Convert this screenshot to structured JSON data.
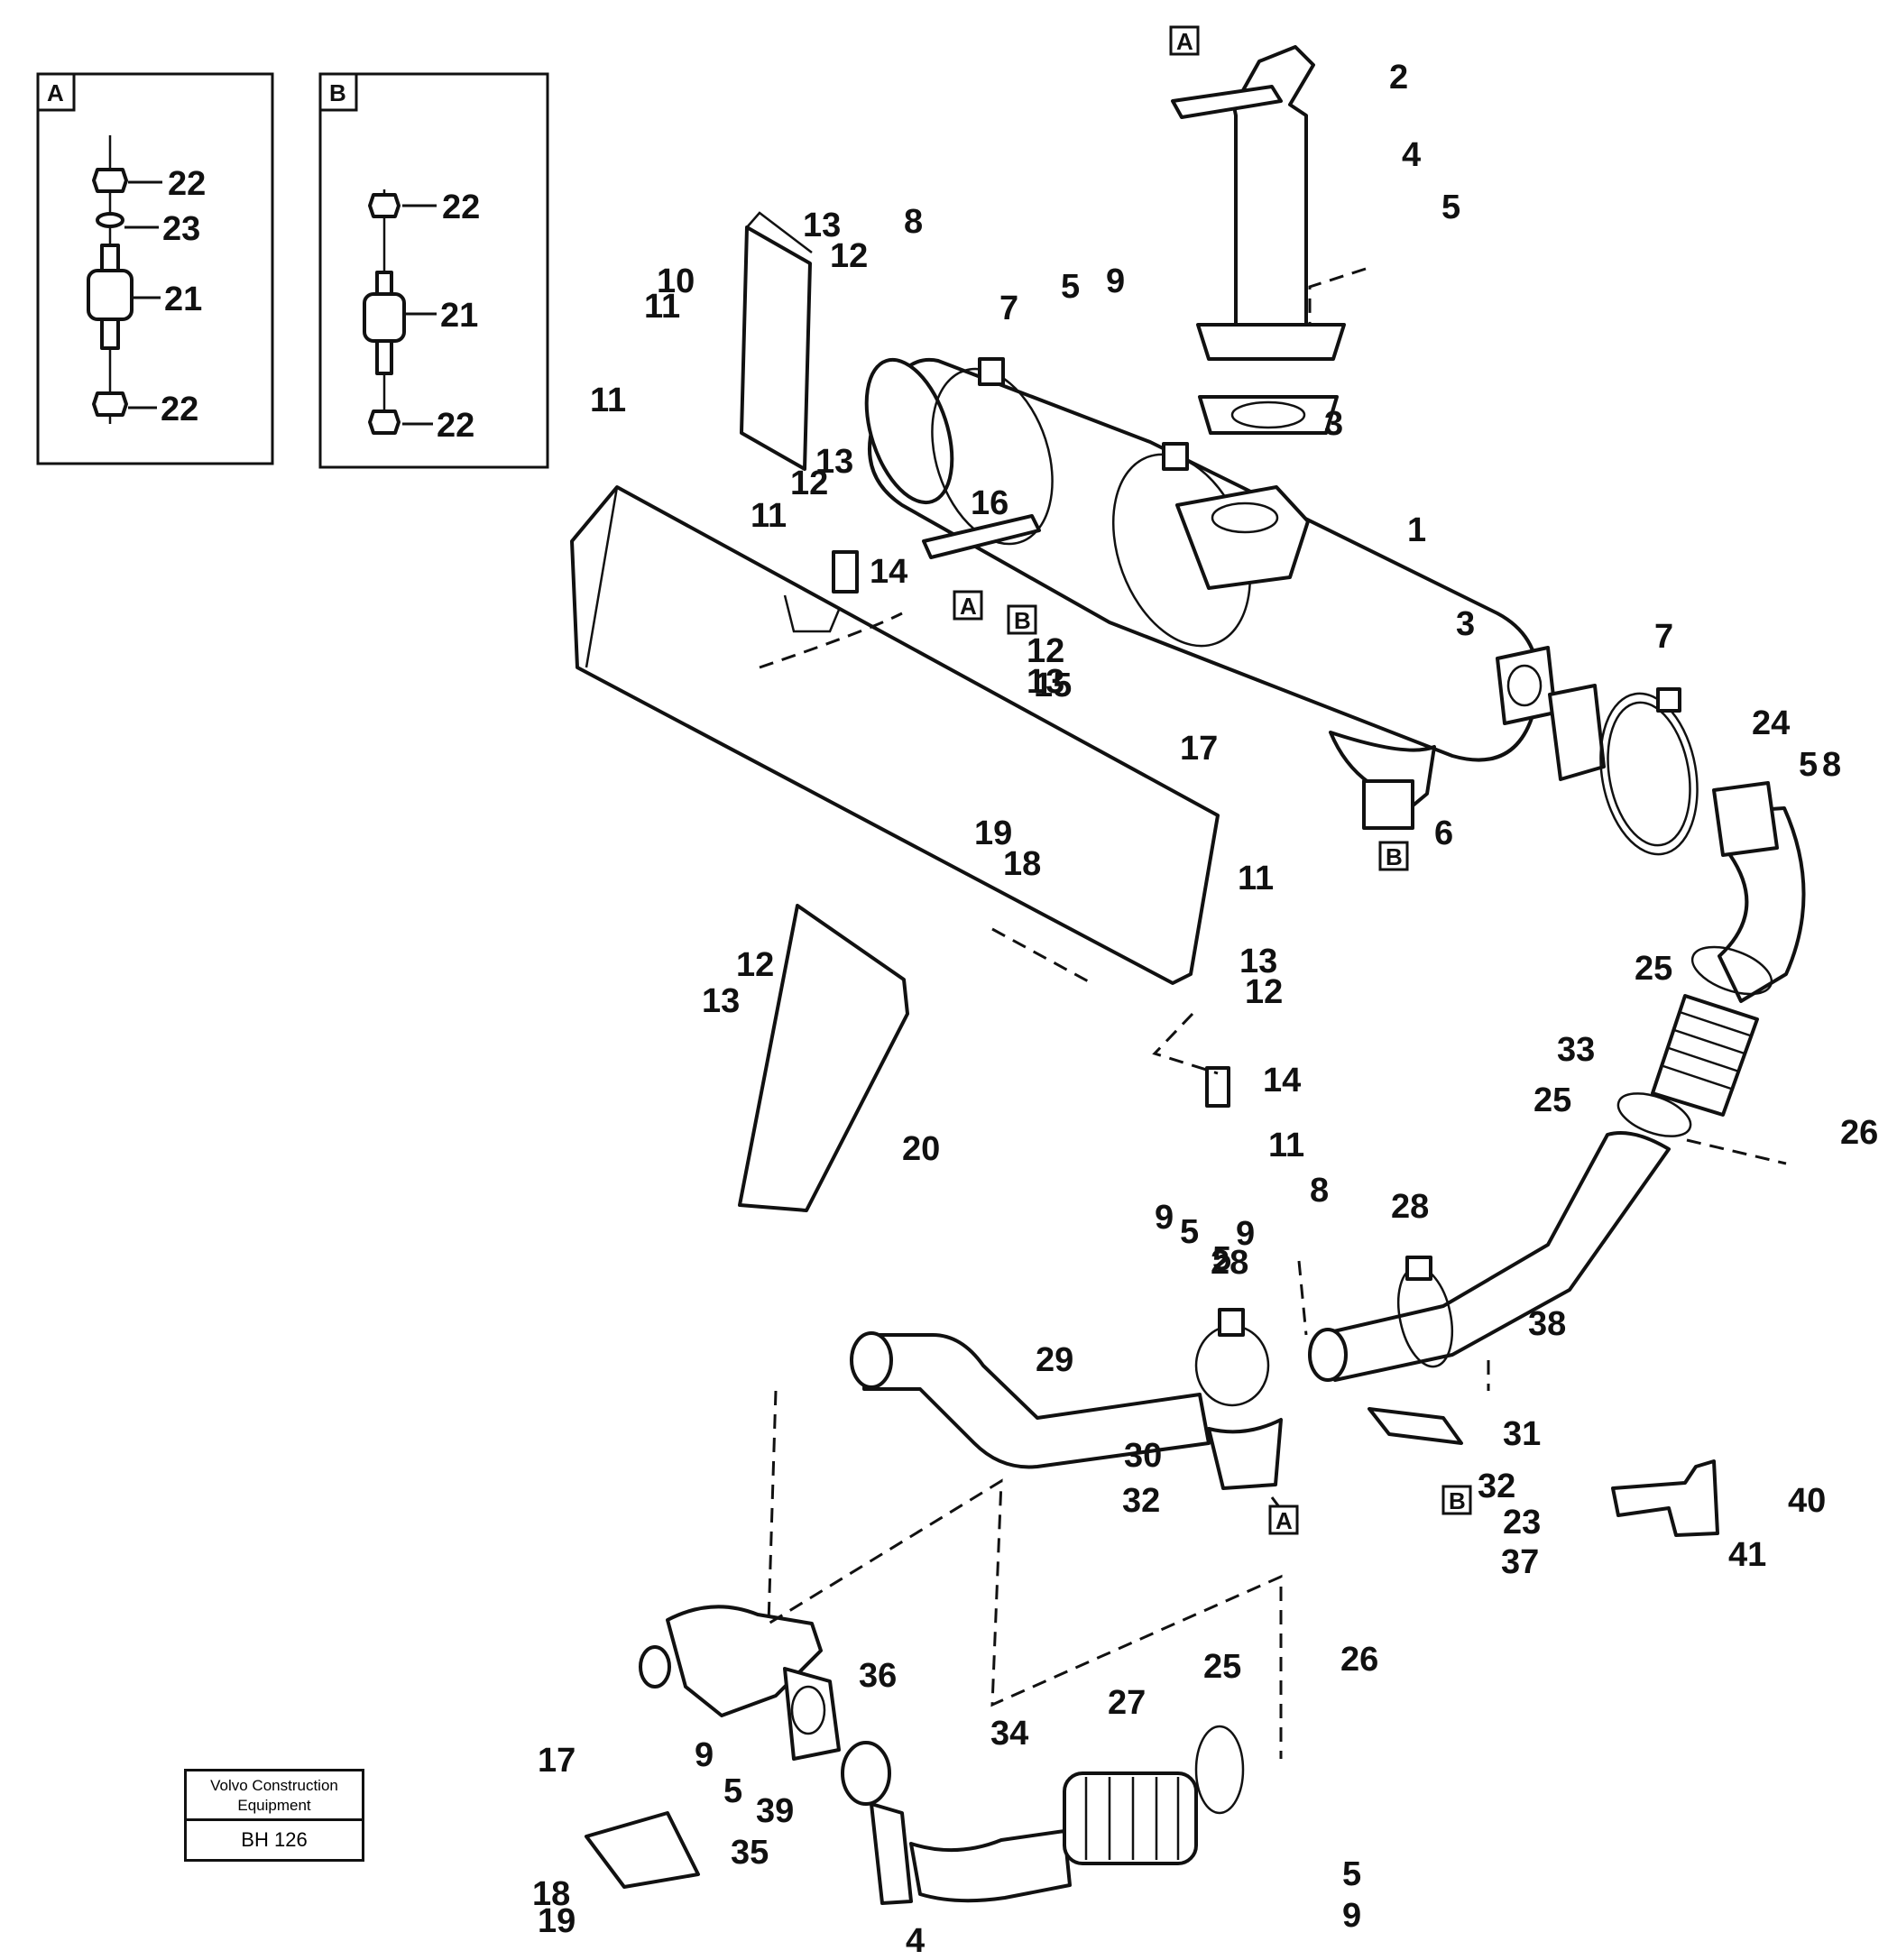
{
  "detail_a": {
    "letter": "A",
    "labels": [
      "22",
      "23",
      "21",
      "22"
    ]
  },
  "detail_b": {
    "letter": "B",
    "labels": [
      "22",
      "21",
      "22"
    ]
  },
  "callouts": [
    "2",
    "4",
    "5",
    "8",
    "13",
    "12",
    "10",
    "11",
    "7",
    "5",
    "9",
    "11",
    "3",
    "12",
    "13",
    "11",
    "16",
    "14",
    "1",
    "12",
    "13",
    "3",
    "7",
    "24",
    "5",
    "8",
    "15",
    "17",
    "19",
    "18",
    "6",
    "11",
    "25",
    "13",
    "12",
    "12",
    "13",
    "33",
    "14",
    "25",
    "26",
    "20",
    "11",
    "9",
    "5",
    "8",
    "28",
    "28",
    "5",
    "9",
    "29",
    "38",
    "31",
    "30",
    "32",
    "32",
    "23",
    "37",
    "40",
    "41",
    "26",
    "25",
    "36",
    "27",
    "34",
    "17",
    "9",
    "5",
    "39",
    "35",
    "18",
    "19",
    "4",
    "5",
    "9"
  ],
  "ref_tags": [
    "A",
    "A",
    "B",
    "B",
    "B",
    "A"
  ],
  "footer": {
    "company": "Volvo Construction Equipment",
    "code": "BH 126"
  }
}
